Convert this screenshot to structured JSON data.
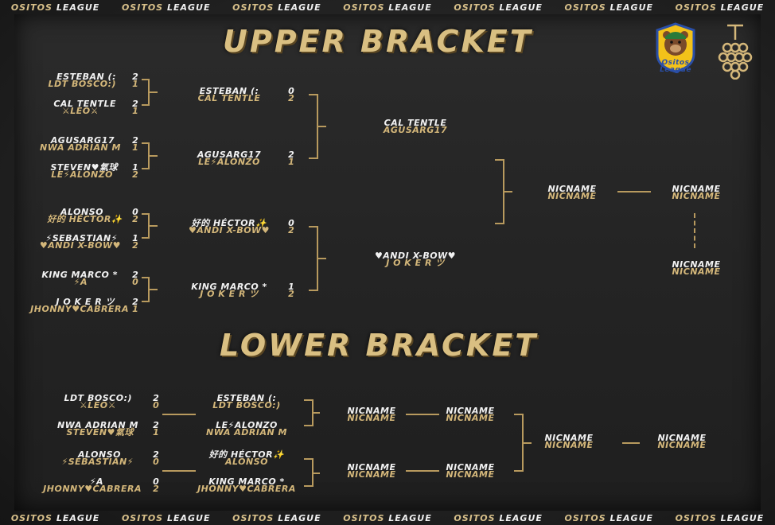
{
  "ticker": {
    "items": [
      {
        "a": "OSITOS",
        "b": "LEAGUE"
      },
      {
        "a": "OSITOS",
        "b": "LEAGUE"
      },
      {
        "a": "OSITOS",
        "b": "LEAGUE"
      },
      {
        "a": "OSITOS",
        "b": "LEAGUE"
      },
      {
        "a": "OSITOS",
        "b": "LEAGUE"
      },
      {
        "a": "OSITOS",
        "b": "LEAGUE"
      },
      {
        "a": "OSITOS",
        "b": "LEAGUE"
      }
    ]
  },
  "titles": {
    "upper": "UPPER BRACKET",
    "lower": "LOWER BRACKET"
  },
  "logo": {
    "line1": "Ositos",
    "line2": "League"
  },
  "upper": {
    "r1": [
      {
        "p1": "ESTEBAN (:",
        "s1": "2",
        "p2": "LDT BOSCO:)",
        "s2": "1"
      },
      {
        "p1": "CAL TENTLE",
        "s1": "2",
        "p2": "⚔LEO⚔",
        "s2": "1"
      },
      {
        "p1": "AGUSARG17",
        "s1": "2",
        "p2": "NWA ADRIAN M",
        "s2": "1"
      },
      {
        "p1": "STEVEN♥氣球",
        "s1": "1",
        "p2": "LE⚡ALONZO",
        "s2": "2"
      },
      {
        "p1": "ALONSO",
        "s1": "0",
        "p2": "好的 HÉCTOR✨",
        "s2": "2"
      },
      {
        "p1": "⚡SEBASTIAN⚡",
        "s1": "1",
        "p2": "♥ANDI X-BOW♥",
        "s2": "2"
      },
      {
        "p1": "KING MARCO *",
        "s1": "2",
        "p2": "⚡A",
        "s2": "0"
      },
      {
        "p1": "J O K E R ツ",
        "s1": "2",
        "p2": "JHONNY♥CABRERA",
        "s2": "1"
      }
    ],
    "r2": [
      {
        "p1": "ESTEBAN (:",
        "s1": "0",
        "p2": "CAL TENTLE",
        "s2": "2"
      },
      {
        "p1": "AGUSARG17",
        "s1": "2",
        "p2": "LE⚡ALONZO",
        "s2": "1"
      },
      {
        "p1": "好的 HÉCTOR✨",
        "s1": "0",
        "p2": "♥ANDI X-BOW♥",
        "s2": "2"
      },
      {
        "p1": "KING MARCO *",
        "s1": "1",
        "p2": "J O K E R ツ",
        "s2": "2"
      }
    ],
    "r3": [
      {
        "p1": "CAL TENTLE",
        "p2": "AGUSARG17"
      },
      {
        "p1": "♥ANDI X-BOW♥",
        "p2": "J O K E R ツ"
      }
    ],
    "final": {
      "p1": "NICNAME",
      "p2": "NICNAME"
    },
    "grand": {
      "p1": "NICNAME",
      "p2": "NICNAME"
    },
    "reset": {
      "p1": "NICNAME",
      "p2": "NICNAME"
    }
  },
  "lower": {
    "r1": [
      {
        "p1": "LDT BOSCO:)",
        "s1": "2",
        "p2": "⚔LEO⚔",
        "s2": "0"
      },
      {
        "p1": "NWA ADRIAN M",
        "s1": "2",
        "p2": "STEVEN♥氣球",
        "s2": "1"
      },
      {
        "p1": "ALONSO",
        "s1": "2",
        "p2": "⚡SEBASTIAN⚡",
        "s2": "0"
      },
      {
        "p1": "⚡A",
        "s1": "0",
        "p2": "JHONNY♥CABRERA",
        "s2": "2"
      }
    ],
    "r2": [
      {
        "p1": "ESTEBAN (:",
        "p2": "LDT BOSCO:)"
      },
      {
        "p1": "LE⚡ALONZO",
        "p2": "NWA ADRIAN M"
      },
      {
        "p1": "好的 HÉCTOR✨",
        "p2": "ALONSO"
      },
      {
        "p1": "KING MARCO *",
        "p2": "JHONNY♥CABRERA"
      }
    ],
    "r3": [
      {
        "p1": "NICNAME",
        "p2": "NICNAME"
      },
      {
        "p1": "NICNAME",
        "p2": "NICNAME"
      }
    ],
    "r4": [
      {
        "p1": "NICNAME",
        "p2": "NICNAME"
      },
      {
        "p1": "NICNAME",
        "p2": "NICNAME"
      }
    ],
    "r5": {
      "p1": "NICNAME",
      "p2": "NICNAME"
    },
    "final": {
      "p1": "NICNAME",
      "p2": "NICNAME"
    }
  },
  "colors": {
    "gold": "#d4b77a",
    "white": "#f2f2f2",
    "line": "#b89a5e"
  }
}
